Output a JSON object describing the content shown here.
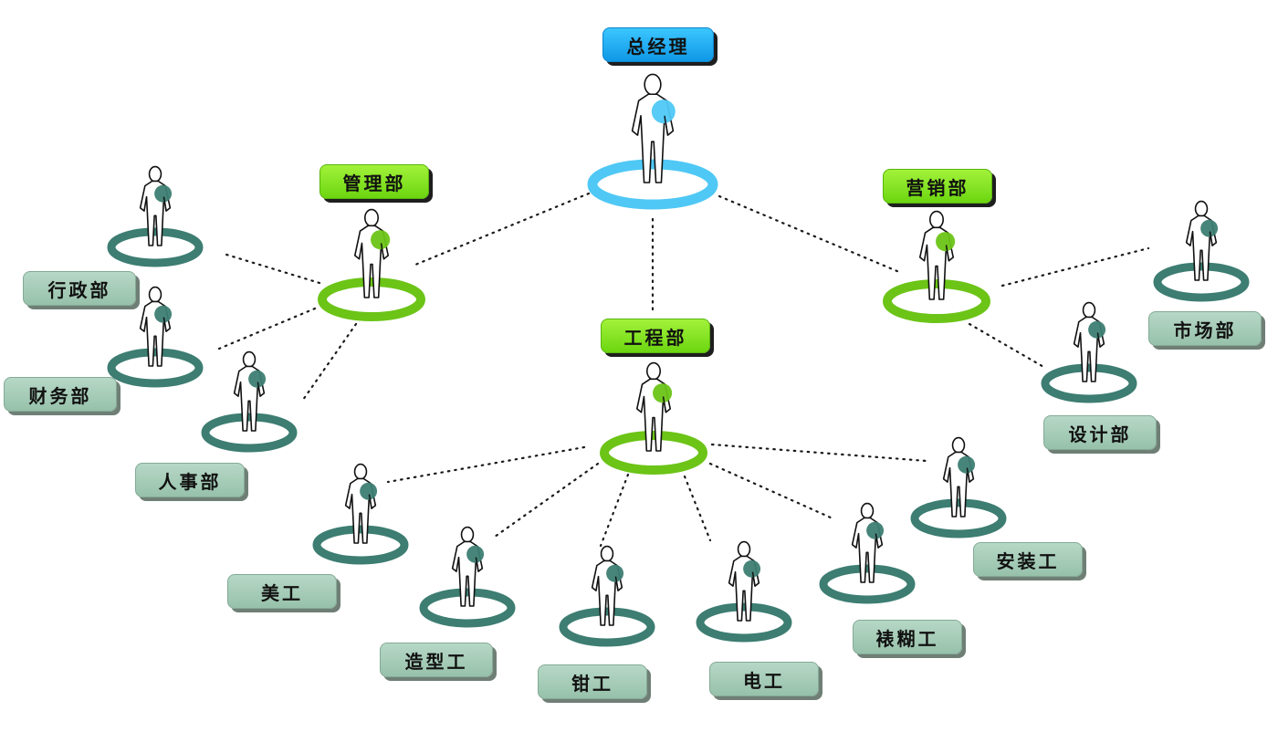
{
  "title": "总经理",
  "departments": [
    {
      "id": "admin",
      "label": "管理部"
    },
    {
      "id": "engineering",
      "label": "工程部"
    },
    {
      "id": "marketing",
      "label": "营销部"
    }
  ],
  "units": [
    {
      "label": "行政部"
    },
    {
      "label": "财务部"
    },
    {
      "label": "人事部"
    },
    {
      "label": "市场部"
    },
    {
      "label": "设计部"
    },
    {
      "label": "美工"
    },
    {
      "label": "造型工"
    },
    {
      "label": "钳工"
    },
    {
      "label": "电工"
    },
    {
      "label": "裱糊工"
    },
    {
      "label": "安装工"
    }
  ],
  "colors": {
    "ceo": "#4fc8f5",
    "department": "#6cc417",
    "unit": "#3d7d72",
    "unit_label": "#a9cfba",
    "department_label": "#86e21f",
    "ceo_label": "#1aa6ee"
  }
}
